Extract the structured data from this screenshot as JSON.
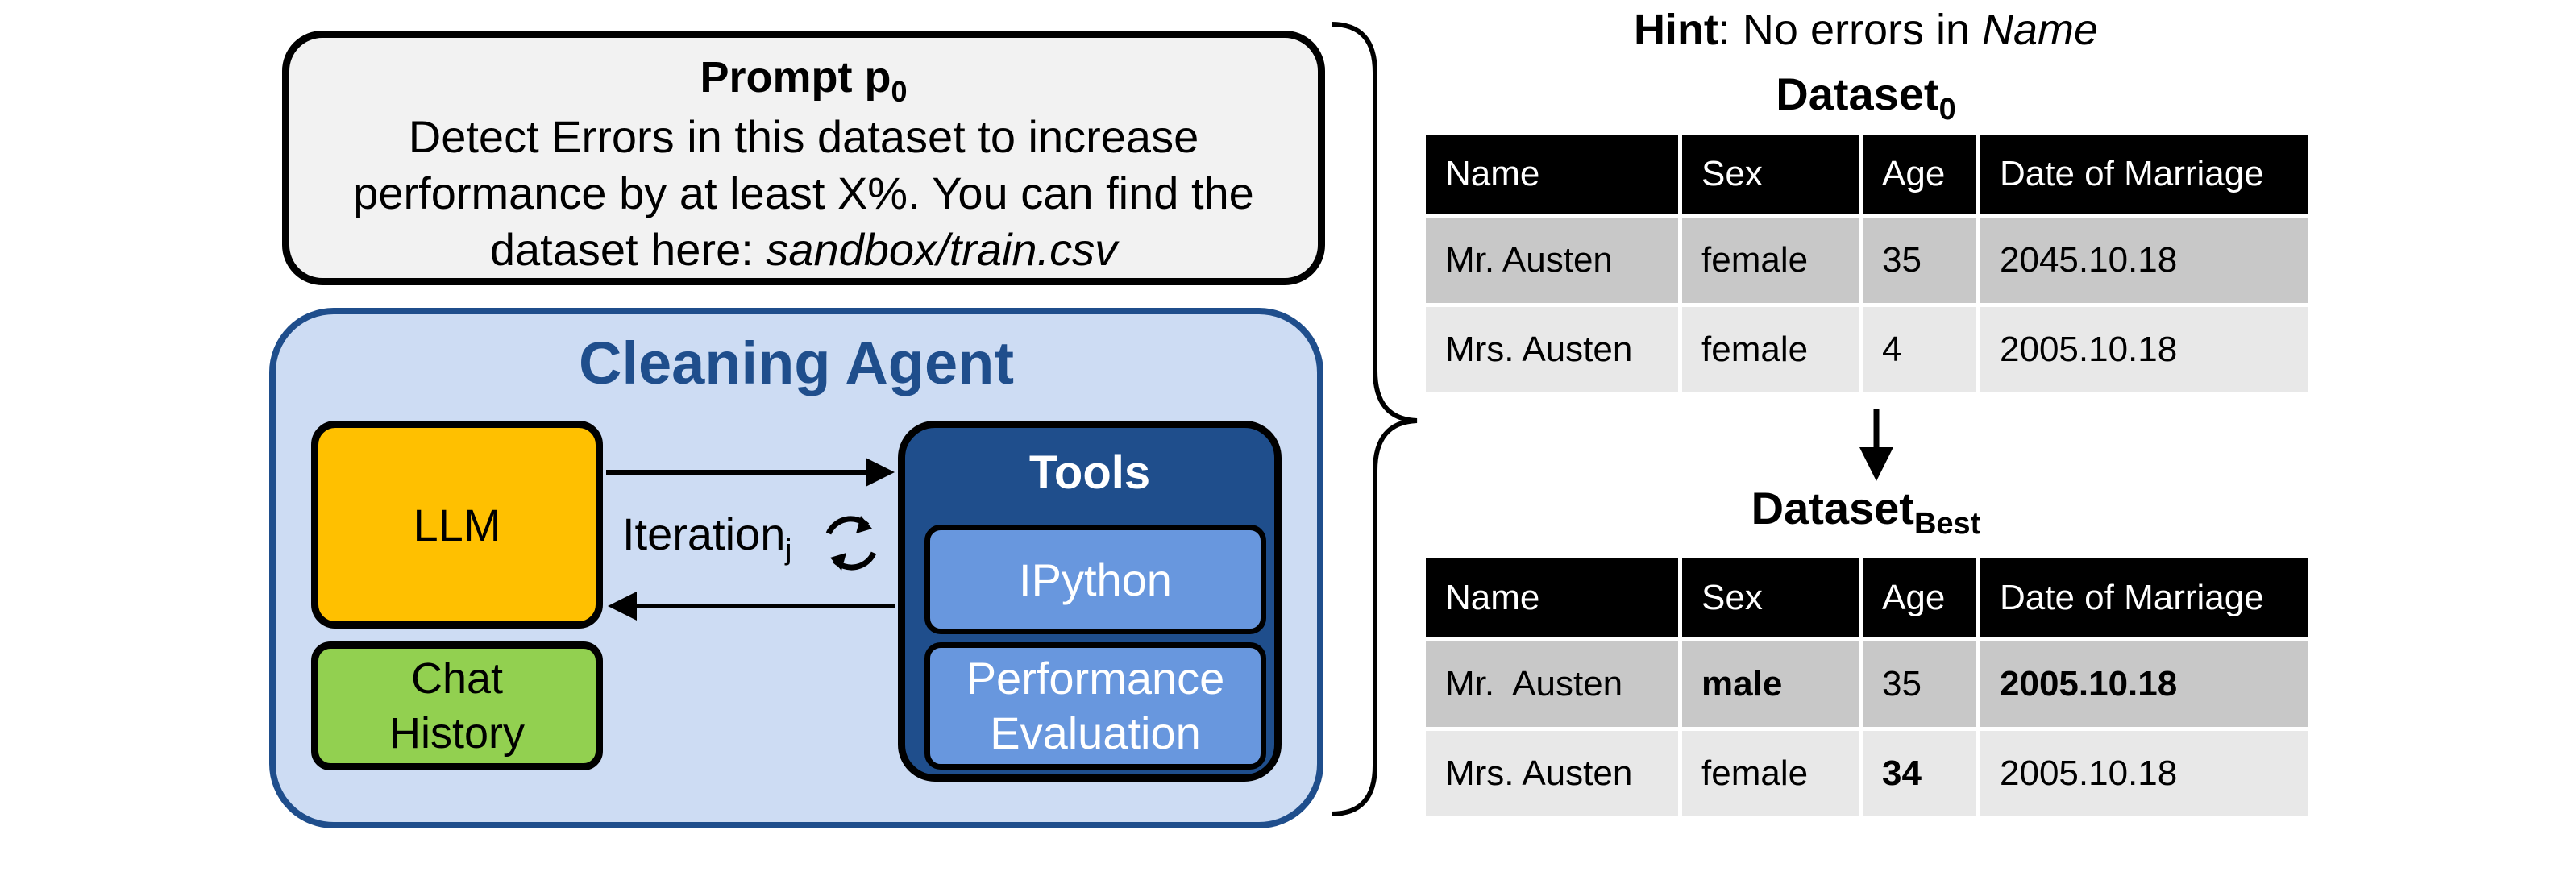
{
  "prompt": {
    "title": "Prompt p",
    "title_sub": "0",
    "line1": "Detect Errors in this dataset to increase",
    "line2": "performance by at least X%. You can find the",
    "line3_prefix": "dataset here: ",
    "line3_path": "sandbox/train.csv"
  },
  "agent": {
    "title": "Cleaning Agent",
    "llm_label": "LLM",
    "chat_line1": "Chat",
    "chat_line2": "History",
    "iteration_label": "Iteration",
    "iteration_sub": "j",
    "tools_title": "Tools",
    "tool_ipython": "IPython",
    "tool_perf_line1": "Performance",
    "tool_perf_line2": "Evaluation"
  },
  "hint": {
    "label": "Hint",
    "text": ": No errors in ",
    "field": "Name"
  },
  "dataset0": {
    "title": "Dataset",
    "title_sub": "0",
    "headers": [
      "Name",
      "Sex",
      "Age",
      "Date of Marriage"
    ],
    "rows": [
      [
        "Mr. Austen",
        "female",
        "35",
        "2045.10.18"
      ],
      [
        "Mrs. Austen",
        "female",
        "4",
        "2005.10.18"
      ]
    ]
  },
  "dataset_best": {
    "title": "Dataset",
    "title_sub": "Best",
    "headers": [
      "Name",
      "Sex",
      "Age",
      "Date of Marriage"
    ],
    "rows": [
      [
        "Mr.  Austen",
        "male",
        "35",
        "2005.10.18"
      ],
      [
        "Mrs. Austen",
        "female",
        "34",
        "2005.10.18"
      ]
    ]
  },
  "colors": {
    "agent_border": "#1f4e8c",
    "agent_fill": "#cddcf3",
    "llm": "#ffc000",
    "chat_history": "#92d050",
    "tools": "#1f4e8c",
    "tool_item": "#6897de",
    "prompt_fill": "#f2f2f2"
  }
}
